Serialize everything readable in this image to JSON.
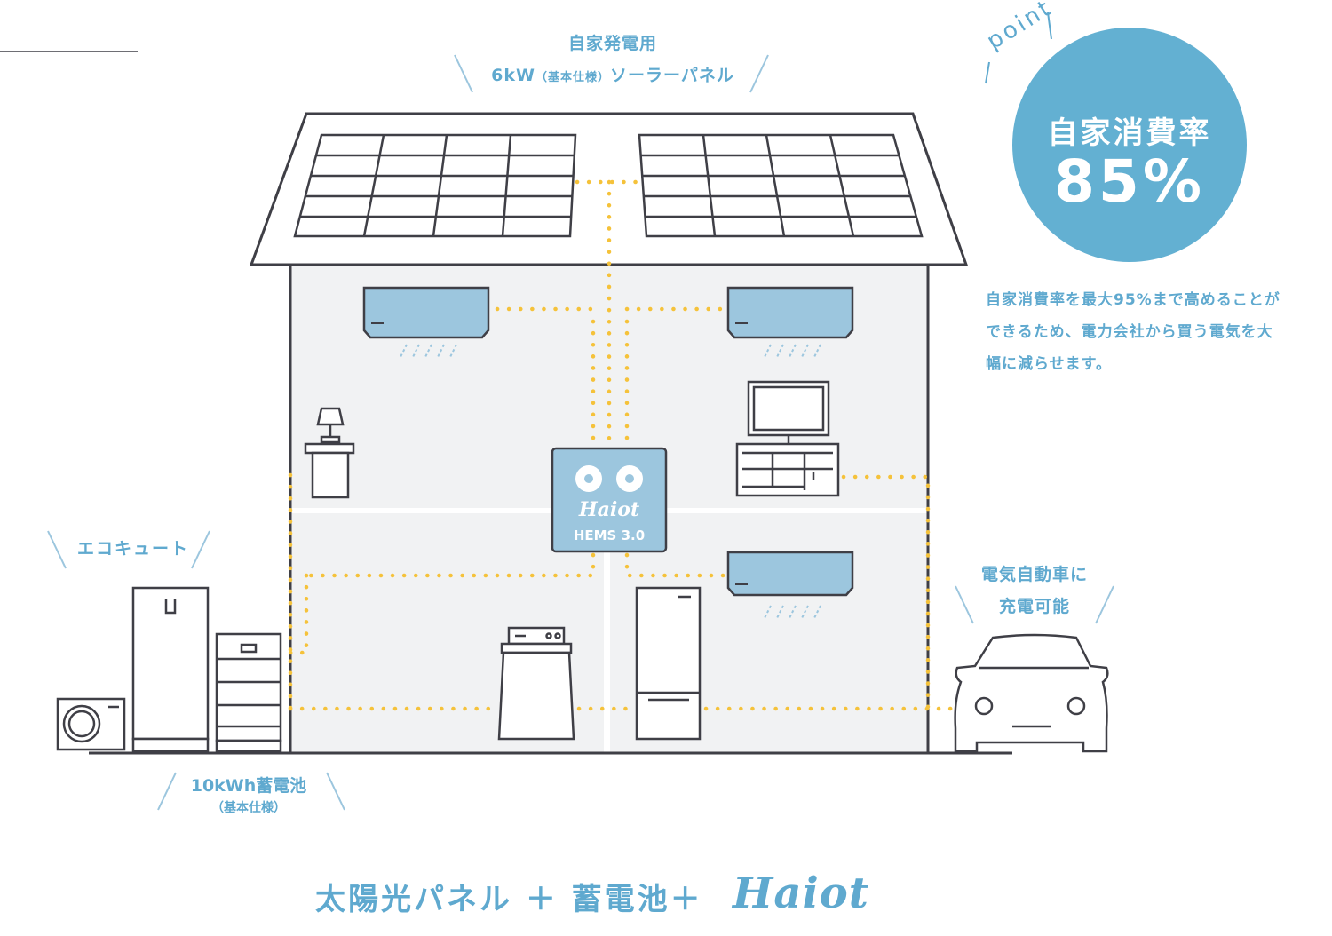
{
  "labels": {
    "solar_line1": "自家発電用",
    "solar_line2_a": "6kW",
    "solar_line2_b": "（基本仕様）",
    "solar_line2_c": "ソーラーパネル",
    "ecocute": "エコキュート",
    "battery_line1": "10kWh蓄電池",
    "battery_line2": "（基本仕様）",
    "ev_line1": "電気自動車に",
    "ev_line2": "充電可能"
  },
  "point": {
    "word": "point",
    "title": "自家消費率",
    "value": "85%",
    "description": "自家消費率を最大95%まで高めることができるため、電力会社から買う電気を大幅に減らせます。"
  },
  "hems": {
    "brand": "Haiot",
    "version": "HEMS 3.0"
  },
  "tagline": {
    "text": "太陽光パネル ＋ 蓄電池＋",
    "brand": "Haiot"
  },
  "colors": {
    "accent_blue": "#5fa9cf",
    "appliance_blue": "#9cc6de",
    "wire_yellow": "#f5c23a",
    "line_dark": "#3f3f46",
    "room_gray": "#f1f2f3"
  },
  "icons": [
    "solar-panel-icon",
    "air-conditioner-icon",
    "lamp-icon",
    "tv-icon",
    "washing-machine-icon",
    "refrigerator-icon",
    "car-icon",
    "heat-pump-icon",
    "water-heater-tank-icon",
    "battery-cabinet-icon",
    "hems-controller-icon"
  ]
}
